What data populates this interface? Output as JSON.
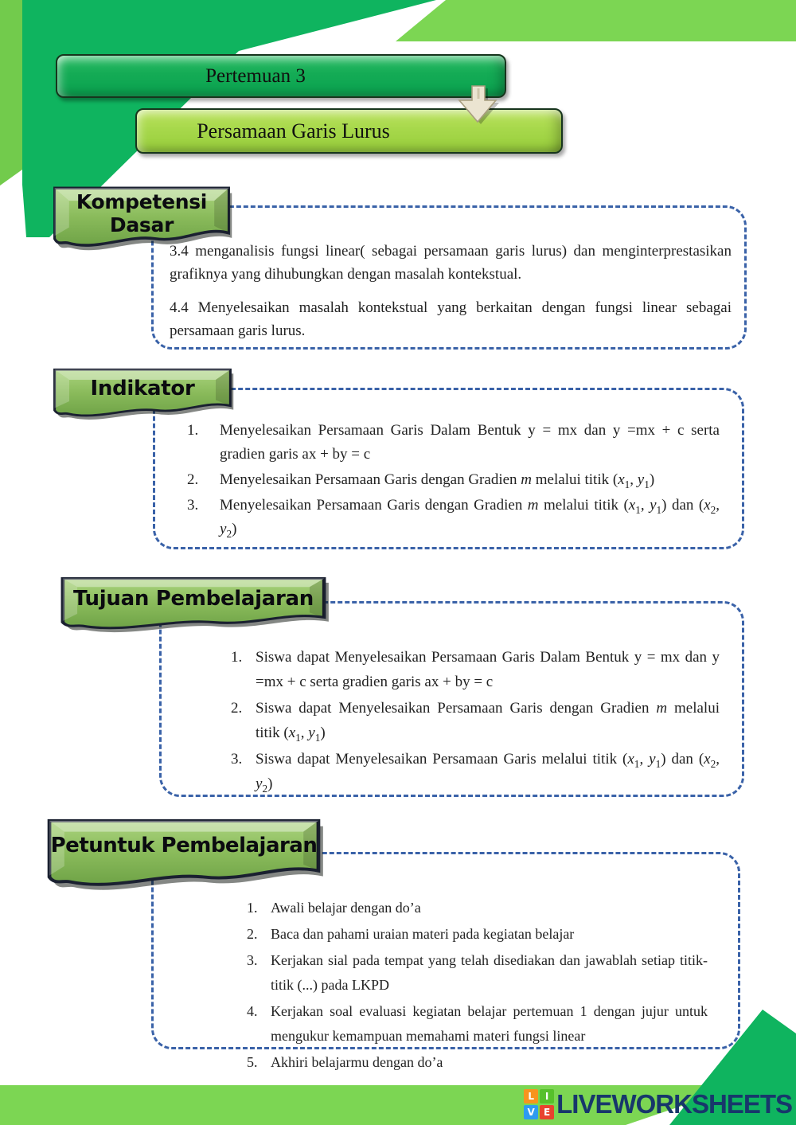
{
  "header": {
    "primary_title": "Pertemuan 3",
    "secondary_title": "Persamaan Garis Lurus"
  },
  "sections": {
    "kompetensi_dasar": {
      "heading": "Kompetensi Dasar",
      "paragraphs": [
        "3.4 menganalisis fungsi linear( sebagai persamaan garis lurus) dan menginterprestasikan grafiknya yang dihubungkan dengan masalah kontekstual.",
        "4.4 Menyelesaikan masalah kontekstual yang berkaitan dengan fungsi linear sebagai persamaan garis lurus."
      ]
    },
    "indikator": {
      "heading": "Indikator",
      "items": [
        "Menyelesaikan Persamaan Garis Dalam Bentuk y = mx dan y =mx + c serta gradien garis ax + by = c",
        "Menyelesaikan Persamaan Garis dengan Gradien *m* melalui titik  (*x*_1, *y*_1)",
        "Menyelesaikan Persamaan Garis dengan Gradien *m* melalui titik  (*x*_1, *y*_1) dan (*x*_2, *y*_2)"
      ]
    },
    "tujuan_pembelajaran": {
      "heading": "Tujuan Pembelajaran",
      "items": [
        "Siswa dapat  Menyelesaikan Persamaan Garis Dalam Bentuk y = mx dan y =mx + c serta gradien garis ax + by = c",
        "Siswa dapat Menyelesaikan Persamaan Garis dengan Gradien *m* melalui titik  (*x*_1, *y*_1)",
        "Siswa dapat Menyelesaikan Persamaan Garis melalui titik  (*x*_1, *y*_1) dan (*x*_2, *y*_2)"
      ]
    },
    "petunjuk_pembelajaran": {
      "heading": "Petuntuk Pembelajaran",
      "items": [
        "Awali belajar dengan do’a",
        "Baca dan pahami uraian materi pada kegiatan belajar",
        "Kerjakan sial pada tempat yang telah disediakan dan jawablah setiap titik-titik (...) pada LKPD",
        "Kerjakan soal evaluasi kegiatan belajar pertemuan 1 dengan jujur untuk mengukur kemampuan memahami materi fungsi linear",
        "Akhiri belajarmu dengan do’a"
      ]
    }
  },
  "footer": {
    "brand": "LIVEWORKSHEETS",
    "logo_tiles": [
      "L",
      "I",
      "V",
      "E"
    ]
  },
  "colors": {
    "emerald_green": "#0fb45f",
    "light_green": "#7cd653",
    "left_band_green": "#72cb4c",
    "title_bar_dark_green": "#14ab55",
    "title_bar_light_green": "#a7d84b",
    "banner_green": "#8abb5b",
    "dashed_border_blue": "#3a62a8",
    "brand_navy": "#17376b",
    "arrow_cream": "#ebe4d1"
  }
}
